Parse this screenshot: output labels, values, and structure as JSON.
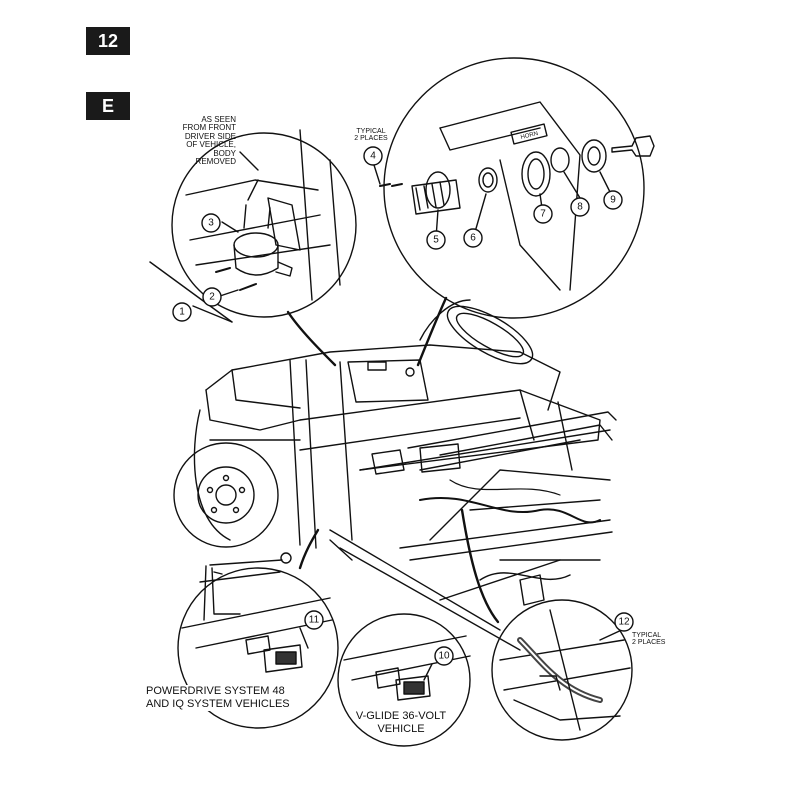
{
  "page": {
    "page_number": "12",
    "section_letter": "E"
  },
  "notes": {
    "as_seen": [
      "AS SEEN",
      "FROM FRONT",
      "DRIVER SIDE",
      "OF VEHICLE,",
      "BODY",
      "REMOVED"
    ],
    "typical_top": [
      "TYPICAL",
      "2 PLACES"
    ],
    "typical_bottom": [
      "TYPICAL",
      "2 PLACES"
    ],
    "panel_label": "HORN"
  },
  "captions": {
    "powerdrive": [
      "POWERDRIVE SYSTEM 48",
      "AND IQ SYSTEM VEHICLES"
    ],
    "vglide": [
      "V-GLIDE 36-VOLT",
      "VEHICLE"
    ]
  },
  "callouts": [
    "1",
    "2",
    "3",
    "4",
    "5",
    "6",
    "7",
    "8",
    "9",
    "10",
    "11",
    "12"
  ]
}
